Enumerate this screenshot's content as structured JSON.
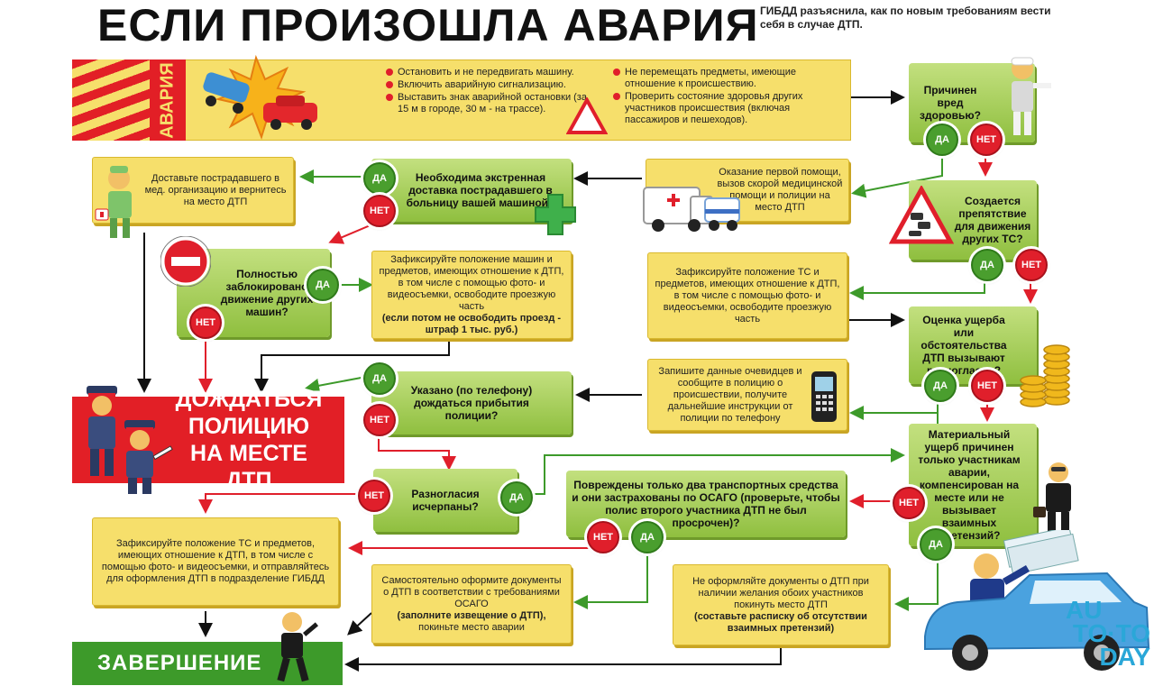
{
  "header": {
    "title": "ЕСЛИ ПРОИЗОШЛА АВАРИЯ",
    "subtitle": "ГИБДД разъяснила, как по новым требованиям вести себя в случае ДТП."
  },
  "accident_panel": {
    "label": "АВАРИЯ",
    "list_left": [
      "Остановить и не передвигать машину.",
      "Включить аварийную сигнализацию.",
      "Выставить знак аварийной остановки (за 15 м в городе, 30 м - на трассе)."
    ],
    "list_right": [
      "Не перемещать предметы, имеющие отношение к происшествию.",
      "Проверить состояние здоровья других участников происшествия (включая пассажиров и пешеходов)."
    ]
  },
  "badges": {
    "yes": "ДА",
    "no": "НЕТ"
  },
  "nodes": {
    "health_harm_q": "Причинен вред здоровью?",
    "first_aid": "Оказание первой помощи, вызов скорой медицинской помощи и полиции на место ДТП",
    "emergency_q": "Необходима экстренная доставка пострадавшего в больницу вашей машиной?",
    "deliver_victim": "Доставьте пострадавшего в мед. организацию и вернитесь на место ДТП",
    "obstacle_q": "Создается препятствие для движения других ТС?",
    "fix_vehicles_right": "Зафиксируйте положение ТС и предметов, имеющих отношение к ДТП, в том числе с помощью фото- и видеосъемки, освободите проезжую часть",
    "blocked_q": "Полностью заблокировано движение других машин?",
    "fix_cars_mid_text": "Зафиксируйте положение машин и предметов, имеющих отношение к ДТП, в том числе с помощью фото- и видеосъемки, освободите проезжую часть",
    "fix_cars_mid_bold": "(если потом не освободить проезд - штраф 1 тыс. руб.)",
    "damage_q": "Оценка ущерба или обстоятельства ДТП вызывают разногласия?",
    "record_witnesses": "Запишите данные очевидцев и сообщите в полицию о происшествии, получите дальнейшие инструкции от полиции по телефону",
    "told_wait_q": "Указано (по телефону) дождаться прибытия полиции?",
    "wait_police": "ДОЖДАТЬСЯ ПОЛИЦИЮ НА МЕСТЕ ДТП",
    "material_damage_q": "Материальный ущерб причинен только участникам аварии, компенсирован на месте или не вызывает взаимных претензий?",
    "two_vehicles_q": "Повреждены только два транспортных средства и они застрахованы по ОСАГО (проверьте, чтобы полис второго участника ДТП не был просрочен)?",
    "disputes_q": "Разногласия исчерпаны?",
    "fix_and_go_gibdd": "Зафиксируйте положение ТС и предметов, имеющих отношение к ДТП, в том числе с помощью фото- и видеосъемки, и отправляйтесь для оформления ДТП в подразделение ГИБДД",
    "self_register_text": "Самостоятельно оформите документы о ДТП в соответствии с требованиями ОСАГО",
    "self_register_bold": "(заполните извещение о ДТП),",
    "self_register_tail": "покиньте место аварии",
    "no_documents_text": "Не оформляйте документы о ДТП при наличии желания обоих участников покинуть место ДТП",
    "no_documents_bold": "(составьте расписку об отсутствии взаимных претензий)",
    "finish": "ЗАВЕРШЕНИЕ"
  },
  "watermark": {
    "line1": "AU",
    "line2": "TO·TO",
    "line3": "DAY"
  },
  "colors": {
    "yellow_box": "#f6df6b",
    "green_box": "#8fbf3f",
    "red_accent": "#e21f26",
    "green_accent": "#3d9a2a"
  }
}
